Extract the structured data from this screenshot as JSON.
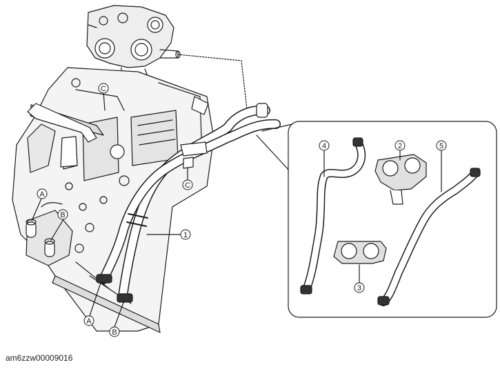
{
  "figure_id": "am6zzw00009016",
  "callouts": {
    "num1": "1",
    "num2": "2",
    "num3": "3",
    "num4": "4",
    "num5": "5",
    "letterA_top": "A",
    "letterB_top": "B",
    "letterC_top": "C",
    "letterC_mid": "C",
    "letterA_bottom": "A",
    "letterB_bottom": "B"
  },
  "colors": {
    "line": "#1a1a1a",
    "shade": "#d9d9d9",
    "hose": "#ffffff",
    "background": "#ffffff"
  }
}
